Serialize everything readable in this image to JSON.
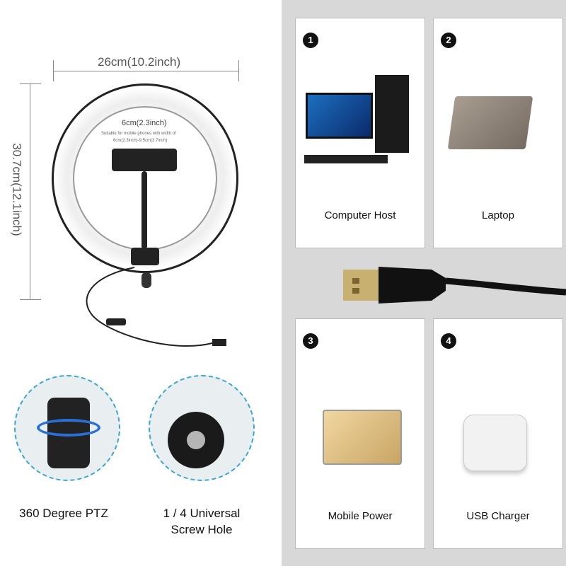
{
  "dimensions": {
    "width": "26cm(10.2inch)",
    "height": "30.7cm(12.1inch)"
  },
  "clamp": {
    "width": "6cm(2.3inch)",
    "note_line1": "Suitable for mobile phones with width of",
    "note_line2": "6cm(2.3inch)-9.5cm(3.7inch)"
  },
  "features": [
    {
      "label": "360 Degree PTZ"
    },
    {
      "label_line1": "1 / 4 Universal",
      "label_line2": "Screw Hole"
    }
  ],
  "panels": [
    {
      "number": "1",
      "label": "Computer Host"
    },
    {
      "number": "2",
      "label": "Laptop"
    },
    {
      "number": "3",
      "label": "Mobile Power"
    },
    {
      "number": "4",
      "label": "USB Charger"
    }
  ]
}
